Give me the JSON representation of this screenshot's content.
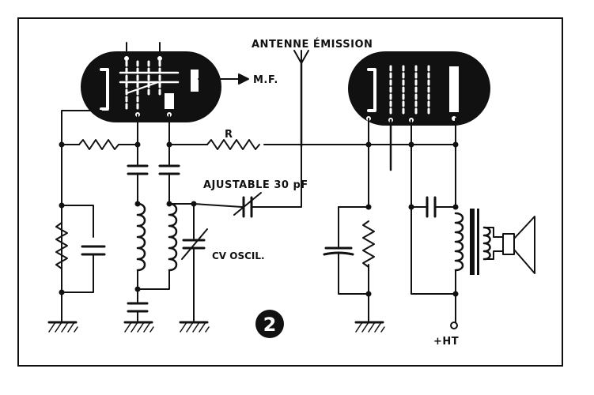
{
  "labels": {
    "antenna": "ANTENNE ÉMISSION",
    "if_output": "M.F.",
    "resistor": "R",
    "adjustable": "AJUSTABLE 30 pF",
    "cv_oscil": "CV OSCIL.",
    "ht": "+HT",
    "figure_number": "2"
  }
}
